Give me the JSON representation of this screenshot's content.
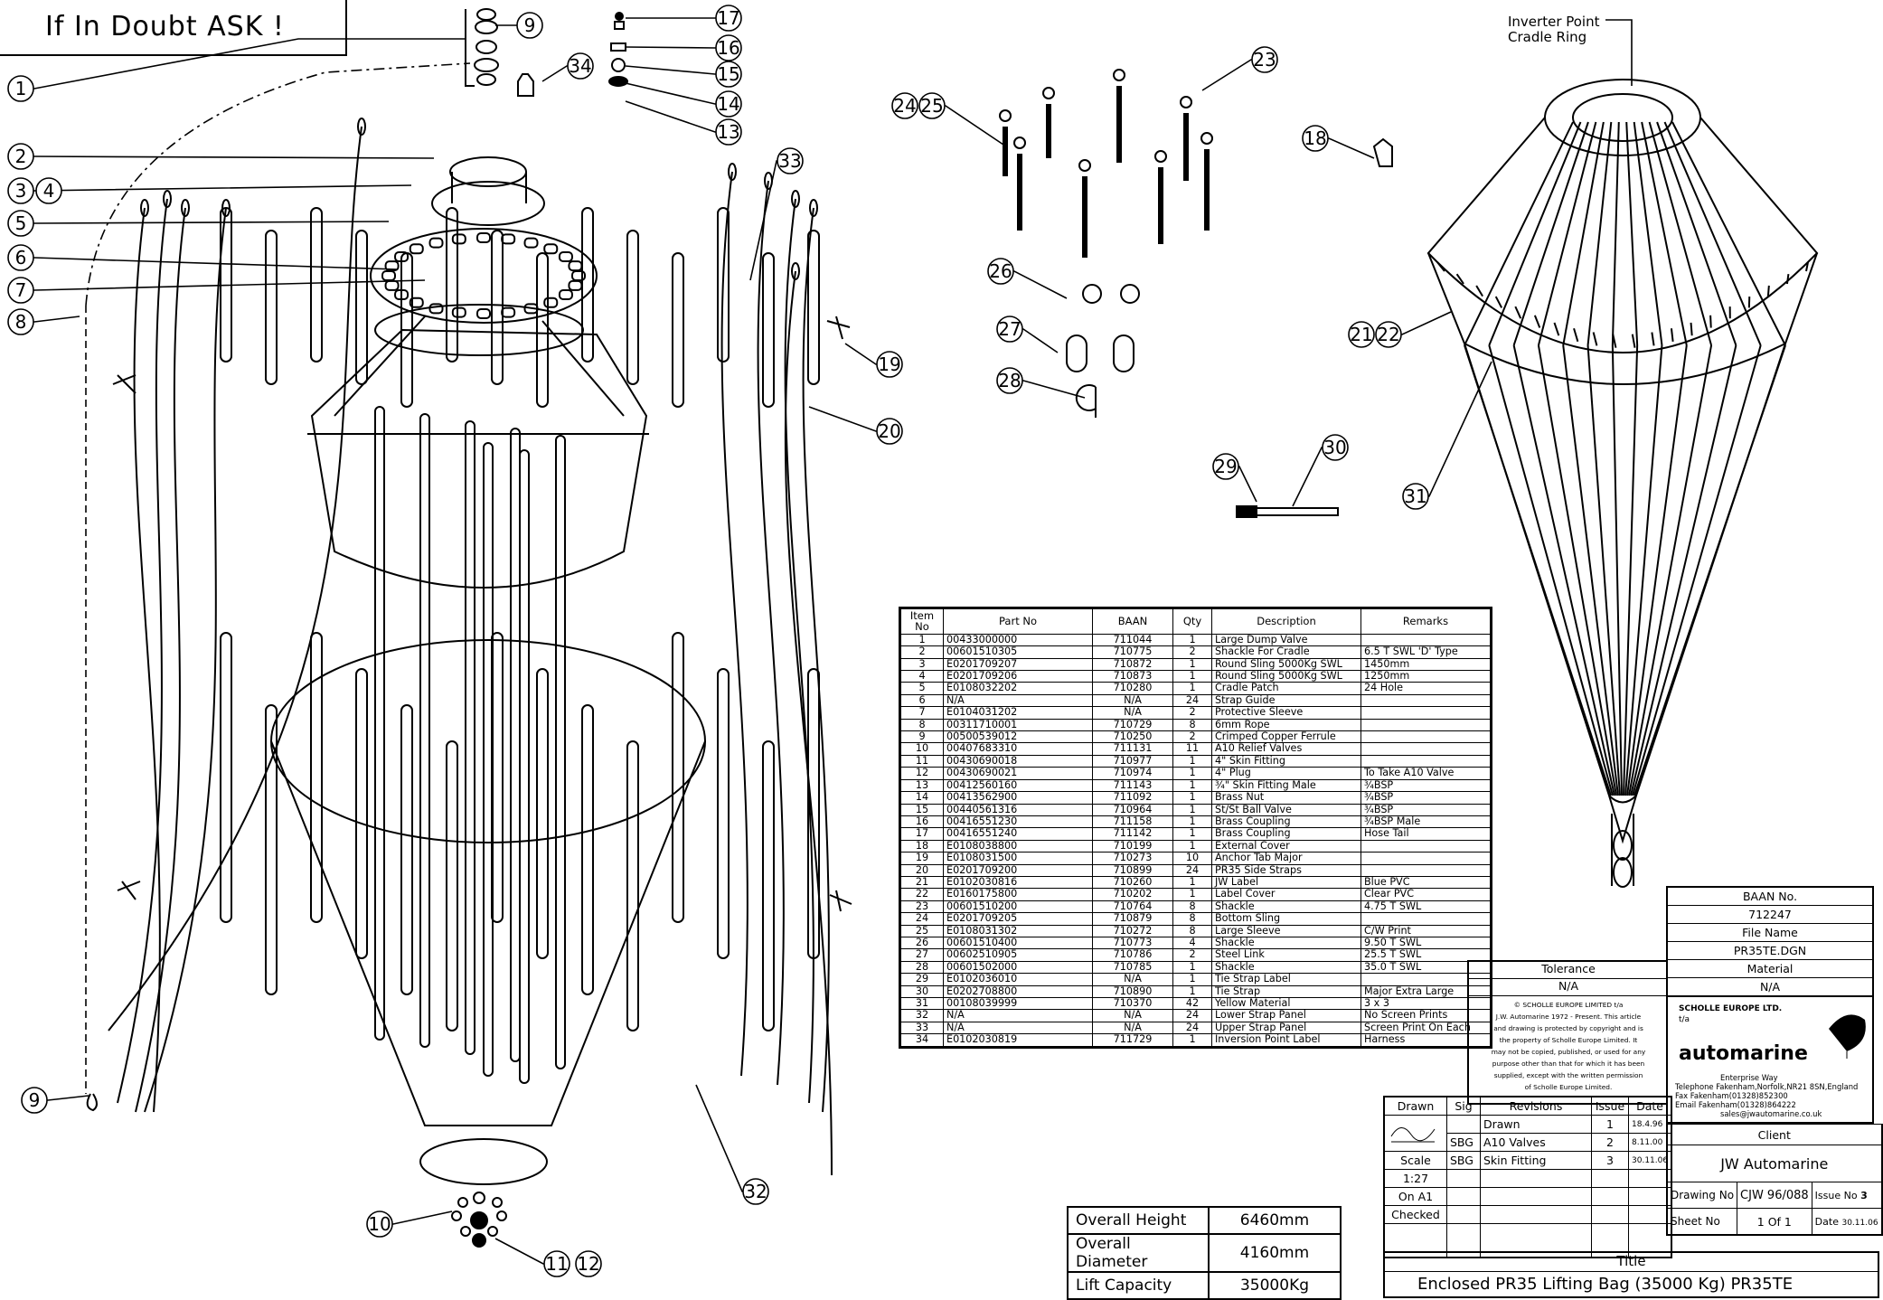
{
  "header_note": "If In Doubt ASK !",
  "label_top_right": [
    "Inverter Point",
    "Cradle Ring"
  ],
  "callouts_left": [
    "1",
    "2",
    "3",
    "4",
    "5",
    "6",
    "7",
    "8",
    "9",
    "9",
    "10",
    "11",
    "12",
    "13",
    "14",
    "15",
    "16",
    "17",
    "19",
    "20",
    "32",
    "33",
    "34"
  ],
  "callouts_mid": [
    "23",
    "24",
    "25",
    "26",
    "27",
    "28",
    "29",
    "30"
  ],
  "callouts_right": [
    "18",
    "21",
    "22",
    "31"
  ],
  "bom": {
    "headers": [
      "Item No",
      "Part No",
      "BAAN",
      "Qty",
      "Description",
      "Remarks"
    ],
    "rows": [
      [
        "1",
        "00433000000",
        "711044",
        "1",
        "Large Dump Valve",
        ""
      ],
      [
        "2",
        "00601510305",
        "710775",
        "2",
        "Shackle For Cradle",
        "6.5 T SWL 'D' Type"
      ],
      [
        "3",
        "E0201709207",
        "710872",
        "1",
        "Round Sling 5000Kg SWL",
        "1450mm"
      ],
      [
        "4",
        "E0201709206",
        "710873",
        "1",
        "Round Sling 5000Kg SWL",
        "1250mm"
      ],
      [
        "5",
        "E0108032202",
        "710280",
        "1",
        "Cradle Patch",
        "24 Hole"
      ],
      [
        "6",
        "N/A",
        "N/A",
        "24",
        "Strap Guide",
        ""
      ],
      [
        "7",
        "E0104031202",
        "N/A",
        "2",
        "Protective Sleeve",
        ""
      ],
      [
        "8",
        "00311710001",
        "710729",
        "8",
        "6mm Rope",
        ""
      ],
      [
        "9",
        "00500539012",
        "710250",
        "2",
        "Crimped Copper Ferrule",
        ""
      ],
      [
        "10",
        "00407683310",
        "711131",
        "11",
        "A10 Relief Valves",
        ""
      ],
      [
        "11",
        "00430690018",
        "710977",
        "1",
        "4\" Skin Fitting",
        ""
      ],
      [
        "12",
        "00430690021",
        "710974",
        "1",
        "4\" Plug",
        "To Take A10 Valve"
      ],
      [
        "13",
        "00412560160",
        "711143",
        "1",
        "¾\" Skin Fitting Male",
        "¾BSP"
      ],
      [
        "14",
        "00413562900",
        "711092",
        "1",
        "Brass Nut",
        "¾BSP"
      ],
      [
        "15",
        "00440561316",
        "710964",
        "1",
        "St/St Ball Valve",
        "¾BSP"
      ],
      [
        "16",
        "00416551230",
        "711158",
        "1",
        "Brass Coupling",
        "¾BSP Male"
      ],
      [
        "17",
        "00416551240",
        "711142",
        "1",
        "Brass Coupling",
        "Hose Tail"
      ],
      [
        "18",
        "E0108038800",
        "710199",
        "1",
        "External Cover",
        ""
      ],
      [
        "19",
        "E0108031500",
        "710273",
        "10",
        "Anchor Tab Major",
        ""
      ],
      [
        "20",
        "E0201709200",
        "710899",
        "24",
        "PR35 Side Straps",
        ""
      ],
      [
        "21",
        "E0102030816",
        "710260",
        "1",
        "JW Label",
        "Blue PVC"
      ],
      [
        "22",
        "E0160175800",
        "710202",
        "1",
        "Label Cover",
        "Clear PVC"
      ],
      [
        "23",
        "00601510200",
        "710764",
        "8",
        "Shackle",
        "4.75 T SWL"
      ],
      [
        "24",
        "E0201709205",
        "710879",
        "8",
        "Bottom Sling",
        ""
      ],
      [
        "25",
        "E0108031302",
        "710272",
        "8",
        "Large Sleeve",
        "C/W Print"
      ],
      [
        "26",
        "00601510400",
        "710773",
        "4",
        "Shackle",
        "9.50 T SWL"
      ],
      [
        "27",
        "00602510905",
        "710786",
        "2",
        "Steel Link",
        "25.5 T SWL"
      ],
      [
        "28",
        "00601502000",
        "710785",
        "1",
        "Shackle",
        "35.0 T SWL"
      ],
      [
        "29",
        "E0102036010",
        "N/A",
        "1",
        "Tie Strap Label",
        ""
      ],
      [
        "30",
        "E0202708800",
        "710890",
        "1",
        "Tie Strap",
        "Major Extra Large"
      ],
      [
        "31",
        "00108039999",
        "710370",
        "42",
        "Yellow Material",
        "3 x 3"
      ],
      [
        "32",
        "N/A",
        "N/A",
        "24",
        "Lower Strap Panel",
        "No Screen Prints"
      ],
      [
        "33",
        "N/A",
        "N/A",
        "24",
        "Upper Strap Panel",
        "Screen Print On Each"
      ],
      [
        "34",
        "E0102030819",
        "711729",
        "1",
        "Inversion Point Label",
        "Harness"
      ]
    ]
  },
  "spec": [
    {
      "label": "Overall Height",
      "value": "6460mm"
    },
    {
      "label": "Overall Diameter",
      "value": "4160mm"
    },
    {
      "label": "Lift Capacity",
      "value": "35000Kg"
    }
  ],
  "title_block": {
    "baan_label": "BAAN No.",
    "baan_value": "712247",
    "file_label": "File Name",
    "file_value": "PR35TE.DGN",
    "material_label": "Material",
    "material_value": "N/A",
    "tolerance_label": "Tolerance",
    "tolerance_value": "N/A",
    "copyright": [
      "© SCHOLLE EUROPE LIMITED t/a",
      "J.W. Automarine 1972 - Present. This article",
      "and drawing is protected by copyright and is",
      "the property of Scholle Europe Limited. It",
      "may not be copied, published, or used for any",
      "purpose other than that for which it has been",
      "supplied, except with the written permission",
      "of Scholle Europe Limited."
    ],
    "company_lines": [
      "SCHOLLE EUROPE LTD.",
      "t/a",
      "automarine"
    ],
    "address_lines": [
      "Enterprise Way",
      "Telephone Fakenham,Norfolk,NR21 8SN,England",
      "Fax Fakenham(01328)852300",
      "Email Fakenham(01328)864222",
      "sales@jwautomarine.co.uk"
    ],
    "drawn_label": "Drawn",
    "sig_label": "Sig",
    "revisions_label": "Revisions",
    "issue_label": "Issue",
    "date_label": "Date",
    "revisions": [
      {
        "sig": "",
        "text": "Drawn",
        "issue": "1",
        "date": "18.4.96"
      },
      {
        "sig": "SBG",
        "text": "A10 Valves",
        "issue": "2",
        "date": "8.11.00"
      },
      {
        "sig": "SBG",
        "text": "Skin Fitting",
        "issue": "3",
        "date": "30.11.06"
      }
    ],
    "scale_label": "Scale",
    "scale_value": "1:27",
    "paper_value": "On A1",
    "checked_label": "Checked",
    "client_label": "Client",
    "client_value": "JW Automarine",
    "drawing_no_label": "Drawing No",
    "drawing_no_value": "CJW 96/088",
    "issue_no_label": "Issue No",
    "issue_no_value": "3",
    "sheet_label": "Sheet No",
    "sheet_value": "1 Of 1",
    "date2_label": "Date",
    "date2_value": "30.11.06",
    "title_label": "Title",
    "title_value": "Enclosed PR35 Lifting Bag (35000 Kg) PR35TE"
  },
  "colors": {
    "ink": "#000000",
    "paper": "#ffffff"
  }
}
